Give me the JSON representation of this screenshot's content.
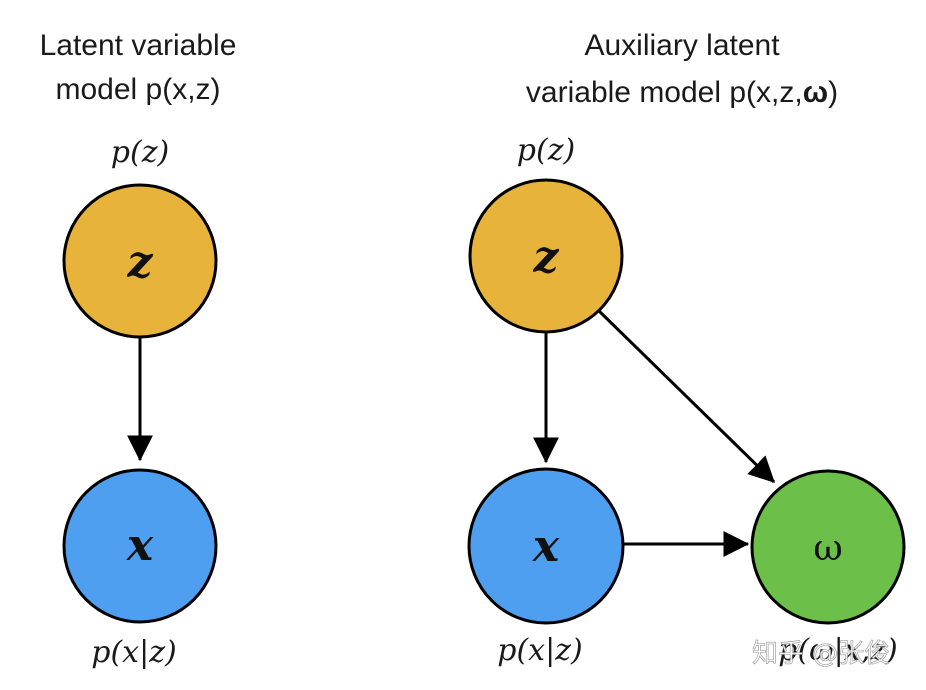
{
  "left_panel": {
    "title_line1": "Latent variable",
    "title_line2": "model p(x,z)",
    "label_top": "p(z)",
    "label_bottom": "p(x|z)",
    "nodes": {
      "z": {
        "symbol": "z",
        "color": "#E8B33A"
      },
      "x": {
        "symbol": "x",
        "color": "#4E9FF0"
      }
    }
  },
  "right_panel": {
    "title_line1": "Auxiliary latent",
    "title_line2_prefix": "variable model p(x,z,",
    "title_line2_bold": "ω",
    "title_line2_suffix": ")",
    "label_top": "p(z)",
    "label_bottom": "p(x|z)",
    "label_omega": "p(ω|x,z)",
    "nodes": {
      "z": {
        "symbol": "z",
        "color": "#E8B33A"
      },
      "x": {
        "symbol": "x",
        "color": "#4E9FF0"
      },
      "omega": {
        "symbol": "ω",
        "color": "#6CC04A"
      }
    }
  },
  "watermark": "知乎 @张俊"
}
